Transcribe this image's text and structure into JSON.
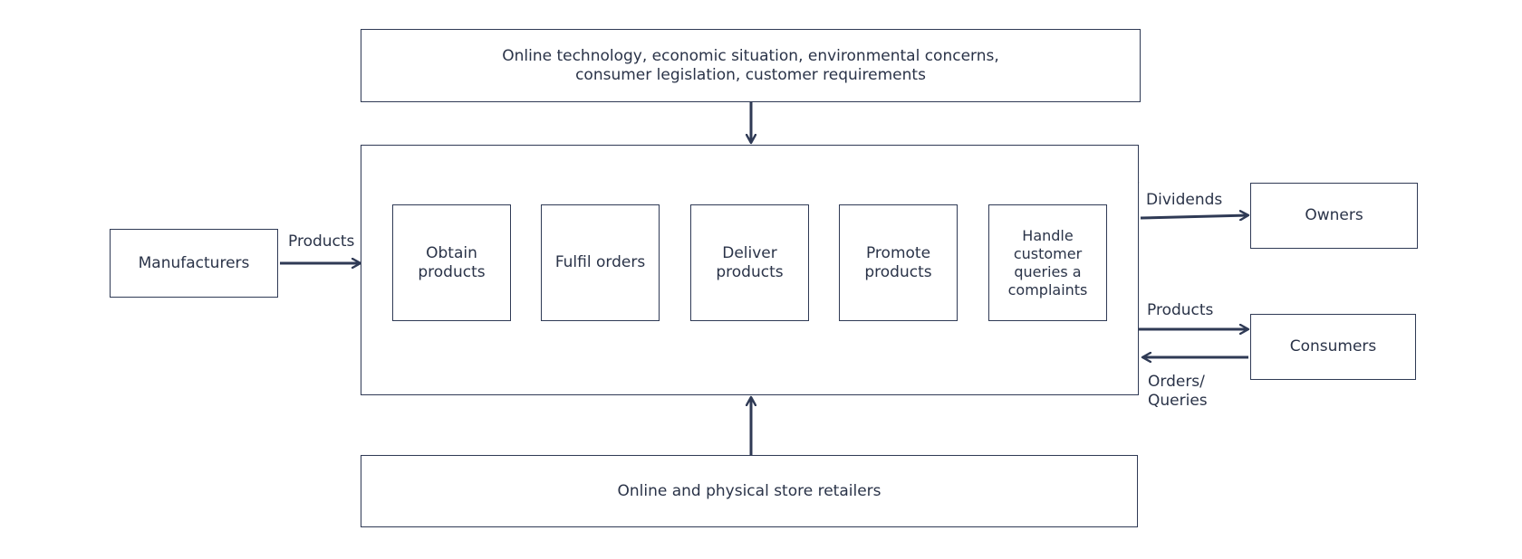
{
  "diagram": {
    "environment": "Online technology, economic situation, environmental concerns, consumer legislation, customer requirements",
    "manufacturers": "Manufacturers",
    "retailers": "Online and physical store retailers",
    "owners": "Owners",
    "consumers": "Consumers",
    "process": {
      "obtain": "Obtain products",
      "fulfil": "Fulfil orders",
      "deliver": "Deliver products",
      "promote": "Promote products",
      "handle": "Handle customer queries a complaints"
    },
    "labels": {
      "products_in": "Products",
      "dividends": "Dividends",
      "products_out": "Products",
      "orders_queries": "Orders/ Queries"
    }
  }
}
